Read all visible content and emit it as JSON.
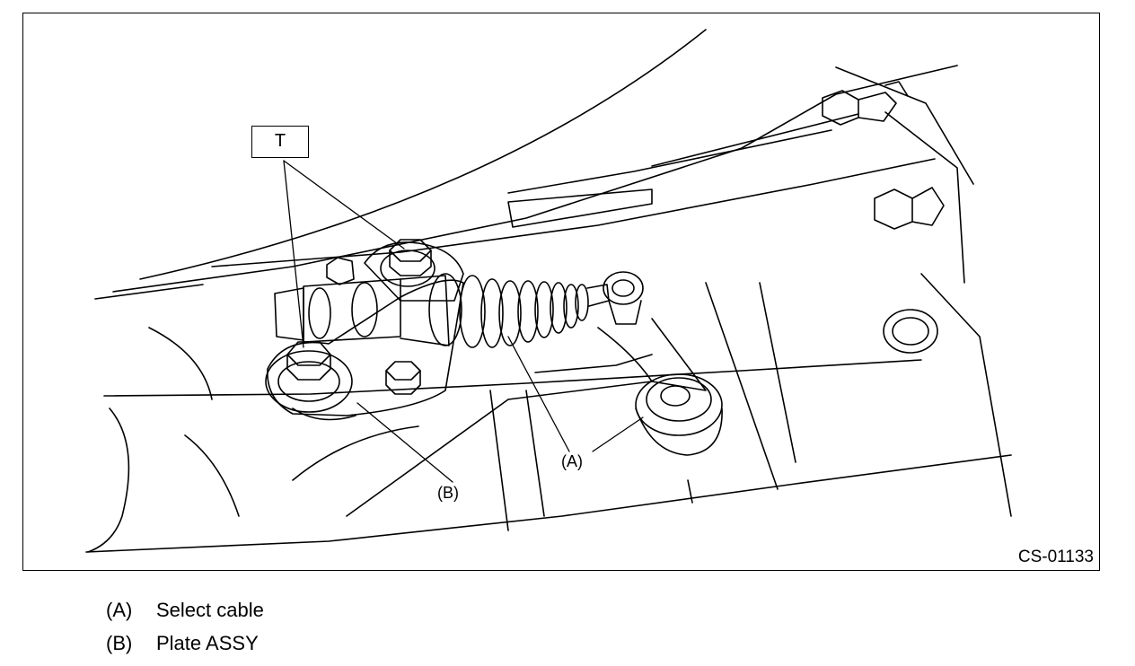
{
  "figure": {
    "callout_T": "T",
    "callout_A": "(A)",
    "callout_B": "(B)",
    "figure_id": "CS-01133"
  },
  "legend": [
    {
      "key": "(A)",
      "text": "Select cable"
    },
    {
      "key": "(B)",
      "text": "Plate ASSY"
    }
  ]
}
